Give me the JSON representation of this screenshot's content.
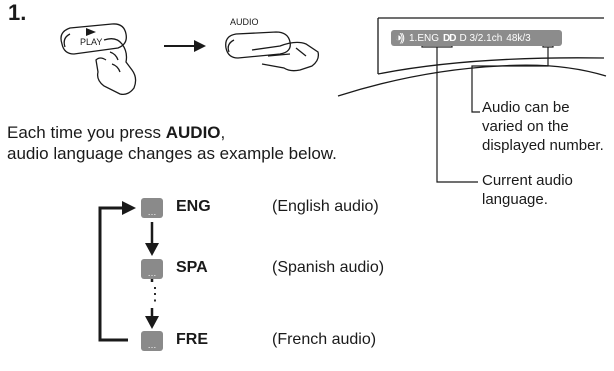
{
  "step": {
    "number": "1."
  },
  "buttons": {
    "play_label": "PLAY",
    "audio_label": "AUDIO"
  },
  "osd": {
    "disc_icon": "disc-icon",
    "track": "1.ENG",
    "dolby_mark": "DD",
    "format": "D 3/2.1ch",
    "sampling": "48k/3"
  },
  "annotations": {
    "audio_number_note": [
      "Audio can be",
      "varied on the",
      "displayed number."
    ],
    "current_language_note": [
      "Current audio",
      "language."
    ]
  },
  "instruction": {
    "line1_prefix": "Each time you press ",
    "line1_bold": "AUDIO",
    "line1_suffix": ",",
    "line2": "audio language changes as example below."
  },
  "sequence": [
    {
      "code": "ENG",
      "description": "(English audio)",
      "icon": "audio-language-icon"
    },
    {
      "code": "SPA",
      "description": "(Spanish audio)",
      "icon": "audio-language-icon"
    },
    {
      "code": "FRE",
      "description": "(French audio)",
      "icon": "audio-language-icon"
    }
  ],
  "ellipsis": "⋮",
  "colors": {
    "ink": "#1a1a1a",
    "icon_gray": "#8a8a8a",
    "osd_bar": "#8c8c8c"
  }
}
